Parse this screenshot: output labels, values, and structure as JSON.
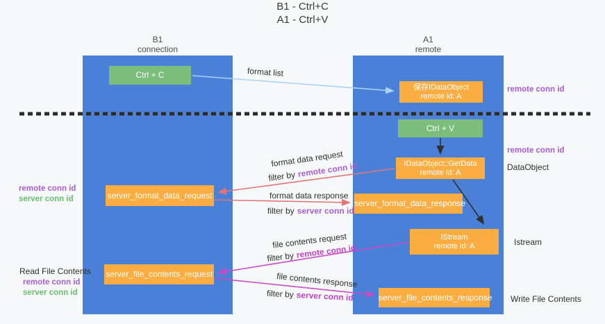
{
  "title": {
    "line1": "B1 - Ctrl+C",
    "line2": "A1 - Ctrl+V"
  },
  "columns": {
    "left": {
      "name": "B1",
      "subtitle": "connection"
    },
    "right": {
      "name": "A1",
      "subtitle": "remote"
    }
  },
  "nodes": {
    "ctrl_c": "Ctrl + C",
    "ctrl_v": "Ctrl + V",
    "save_idataobject": {
      "line1": "保存IDataObject",
      "line2": "remote id: A"
    },
    "idataobject_getdata": {
      "line1": "IDataObject::GetData",
      "line2": "remote id: A"
    },
    "istream": {
      "line1": "IStream",
      "line2": "remote id: A"
    },
    "server_format_data_request": "server_format_data_request",
    "server_format_data_response": "server_format_data_response",
    "server_file_contents_request": "server_file_contents_request",
    "server_file_contents_response": "server_file_contents_response"
  },
  "labels": {
    "format_list": "format list",
    "format_data_request": "format data request",
    "format_data_response": "format data response",
    "file_contents_request": "file contents request",
    "file_contents_response": "file contents response",
    "filter_by": "filter by",
    "remote_conn_id": "remote conn id",
    "server_conn_id": "server conn id",
    "dataobject": "DataObject",
    "istream": "Istream",
    "read_file_contents": "Read File Contents",
    "write_file_contents": "Write File Contents"
  },
  "colors": {
    "background": "#f7f8fa",
    "column_blue": "#4a80d8",
    "node_green": "#7cbd7c",
    "node_orange": "#fbad41",
    "arrow_light_blue": "#a9d3f5",
    "arrow_black": "#2f2f2f",
    "arrow_salmon": "#e57373",
    "arrow_magenta": "#cb4bc8",
    "text_purple": "#a85fd0",
    "text_magenta": "#c542c5",
    "text_green": "#6abf6e",
    "dashed_line": "#2b2b2b"
  }
}
